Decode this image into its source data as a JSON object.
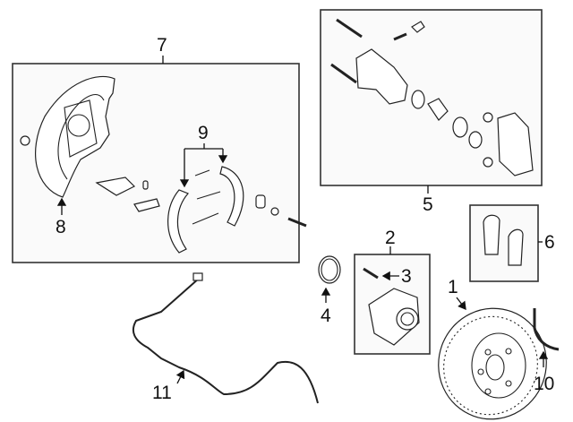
{
  "diagram": {
    "title": "",
    "callouts": [
      {
        "id": "1",
        "part": "brake-rotor"
      },
      {
        "id": "2",
        "part": "wheel-hub-assembly"
      },
      {
        "id": "3",
        "part": "hub-bolt"
      },
      {
        "id": "4",
        "part": "seal-ring"
      },
      {
        "id": "5",
        "part": "caliper-assembly"
      },
      {
        "id": "6",
        "part": "brake-pads"
      },
      {
        "id": "7",
        "part": "parking-brake-assembly"
      },
      {
        "id": "8",
        "part": "backing-plate-splash-shield"
      },
      {
        "id": "9",
        "part": "parking-brake-shoes"
      },
      {
        "id": "10",
        "part": "brake-hose-bracket"
      },
      {
        "id": "11",
        "part": "abs-sensor-wire"
      }
    ],
    "labels": {
      "c1": "1",
      "c2": "2",
      "c3": "3",
      "c4": "4",
      "c5": "5",
      "c6": "6",
      "c7": "7",
      "c8": "8",
      "c9": "9",
      "c10": "10",
      "c11": "11"
    }
  }
}
